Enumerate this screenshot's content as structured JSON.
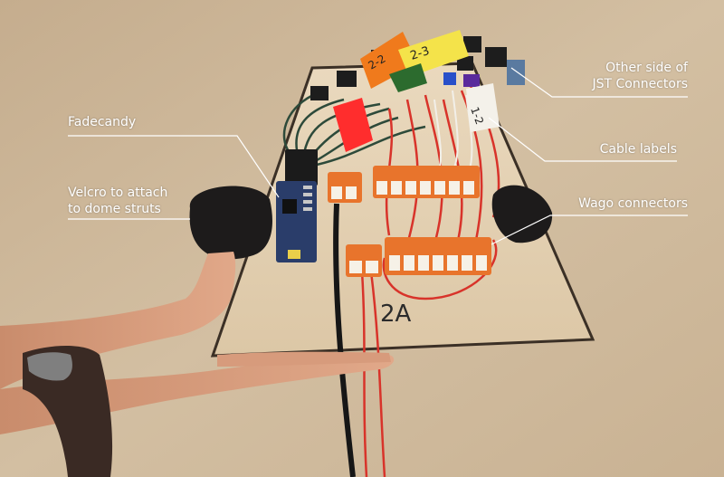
{
  "annotations": {
    "fadecandy": "Fadecandy",
    "velcro": "Velcro to attach\nto dome struts",
    "jst": "Other side of\nJST Connectors",
    "cable_labels": "Cable labels",
    "wago": "Wago connectors"
  },
  "board_marking": "2A",
  "wire_tags": {
    "tag_yellow": "2-3",
    "tag_orange": "2-2",
    "tag_white": "1-2"
  },
  "colors": {
    "wall": "#cdb89a",
    "board": "#e6d3b5",
    "board_edge": "#3b3026",
    "wago": "#e8742c",
    "wire_red": "#d8332a",
    "wire_green": "#2d4a3a",
    "velcro": "#1d1b1b",
    "pcb": "#2a3d6a",
    "callout_line": "#ffffff"
  }
}
